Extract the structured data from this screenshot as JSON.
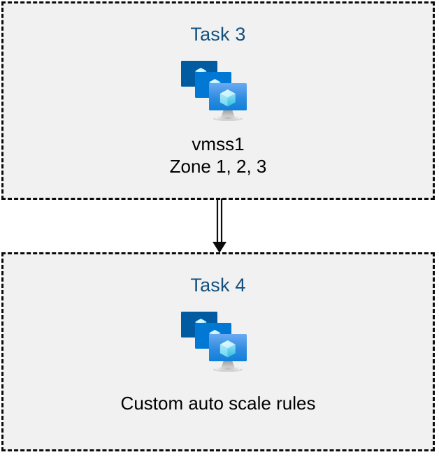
{
  "diagram": {
    "type": "flow",
    "background_color": "#ffffff",
    "box_fill_color": "#f1f1f1",
    "box_border_color": "#0b0b0b",
    "title_color": "#13507e",
    "caption_color": "#000000",
    "connector": {
      "name": "double-line-arrow",
      "direction": "down",
      "color": "#0b0b0b",
      "from": "task-box-top",
      "to": "task-box-bottom"
    },
    "boxes": [
      {
        "id": "task-3",
        "title": "Task 3",
        "icon": "azure-virtual-machine-scale-set-icon",
        "captions": [
          "vmss1",
          "Zone 1, 2, 3"
        ]
      },
      {
        "id": "task-4",
        "title": "Task 4",
        "icon": "azure-virtual-machine-scale-set-icon",
        "captions": [
          "Custom auto scale rules"
        ]
      }
    ]
  },
  "icon_colors": {
    "monitor_back": "#005ba1",
    "monitor_middle": "#0078d4",
    "monitor_front_top": "#5ea0ef",
    "monitor_front_bottom": "#0f7fd9",
    "cube_light": "#c3f1ff",
    "cube_mid": "#9cebff",
    "cube_dark": "#32bedd",
    "stand": "#b3b3b3",
    "stand_light": "#e8e8e8"
  }
}
